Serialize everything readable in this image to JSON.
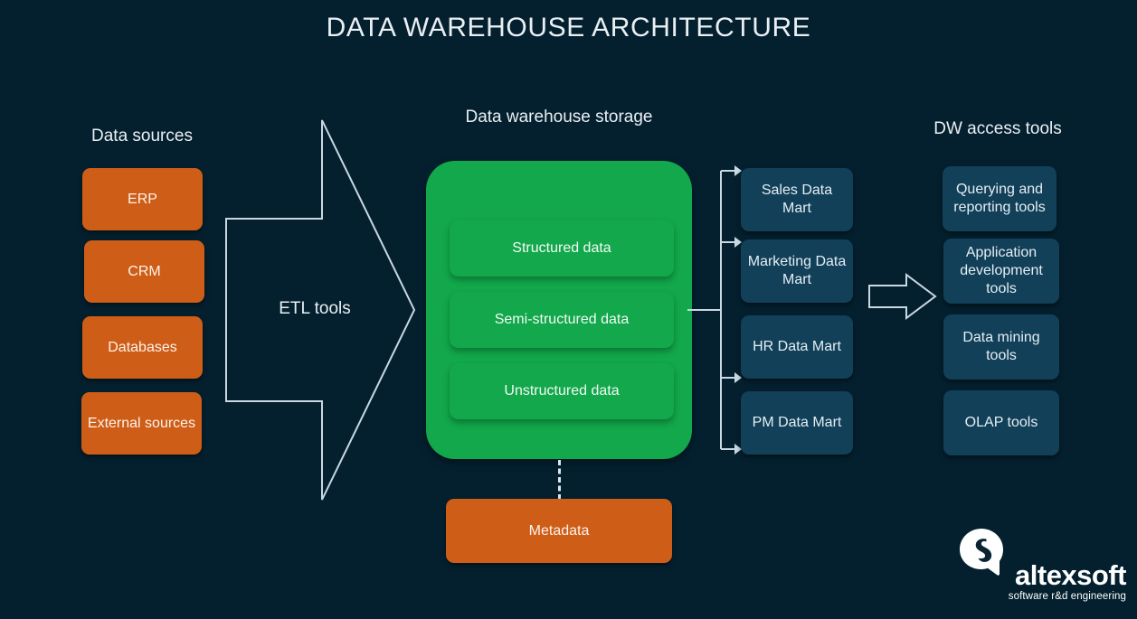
{
  "title": "DATA WAREHOUSE ARCHITECTURE",
  "colors": {
    "background": "#04202F",
    "orange": "#CE5E17",
    "green": "#12A84B",
    "card_blue": "#124058",
    "line": "#C9D8E3",
    "text": "#E9EFF3"
  },
  "columns": {
    "sources": {
      "heading": "Data sources",
      "items": [
        {
          "label": "ERP"
        },
        {
          "label": "CRM"
        },
        {
          "label": "Databases"
        },
        {
          "label": "External sources"
        }
      ]
    },
    "etl": {
      "label": "ETL tools"
    },
    "storage": {
      "heading": "Data warehouse storage",
      "panels": [
        {
          "label": "Structured data"
        },
        {
          "label": "Semi-structured data"
        },
        {
          "label": "Unstructured data"
        }
      ]
    },
    "metadata": {
      "label": "Metadata"
    },
    "marts": {
      "items": [
        {
          "label": "Sales Data Mart"
        },
        {
          "label": "Marketing Data Mart"
        },
        {
          "label": "HR Data Mart"
        },
        {
          "label": "PM Data Mart"
        }
      ]
    },
    "access": {
      "heading": "DW access tools",
      "items": [
        {
          "label": "Querying and reporting tools"
        },
        {
          "label": "Application development tools"
        },
        {
          "label": "Data mining tools"
        },
        {
          "label": "OLAP tools"
        }
      ]
    }
  },
  "logo": {
    "wordmark": "altexsoft",
    "tagline": "software r&d engineering"
  }
}
